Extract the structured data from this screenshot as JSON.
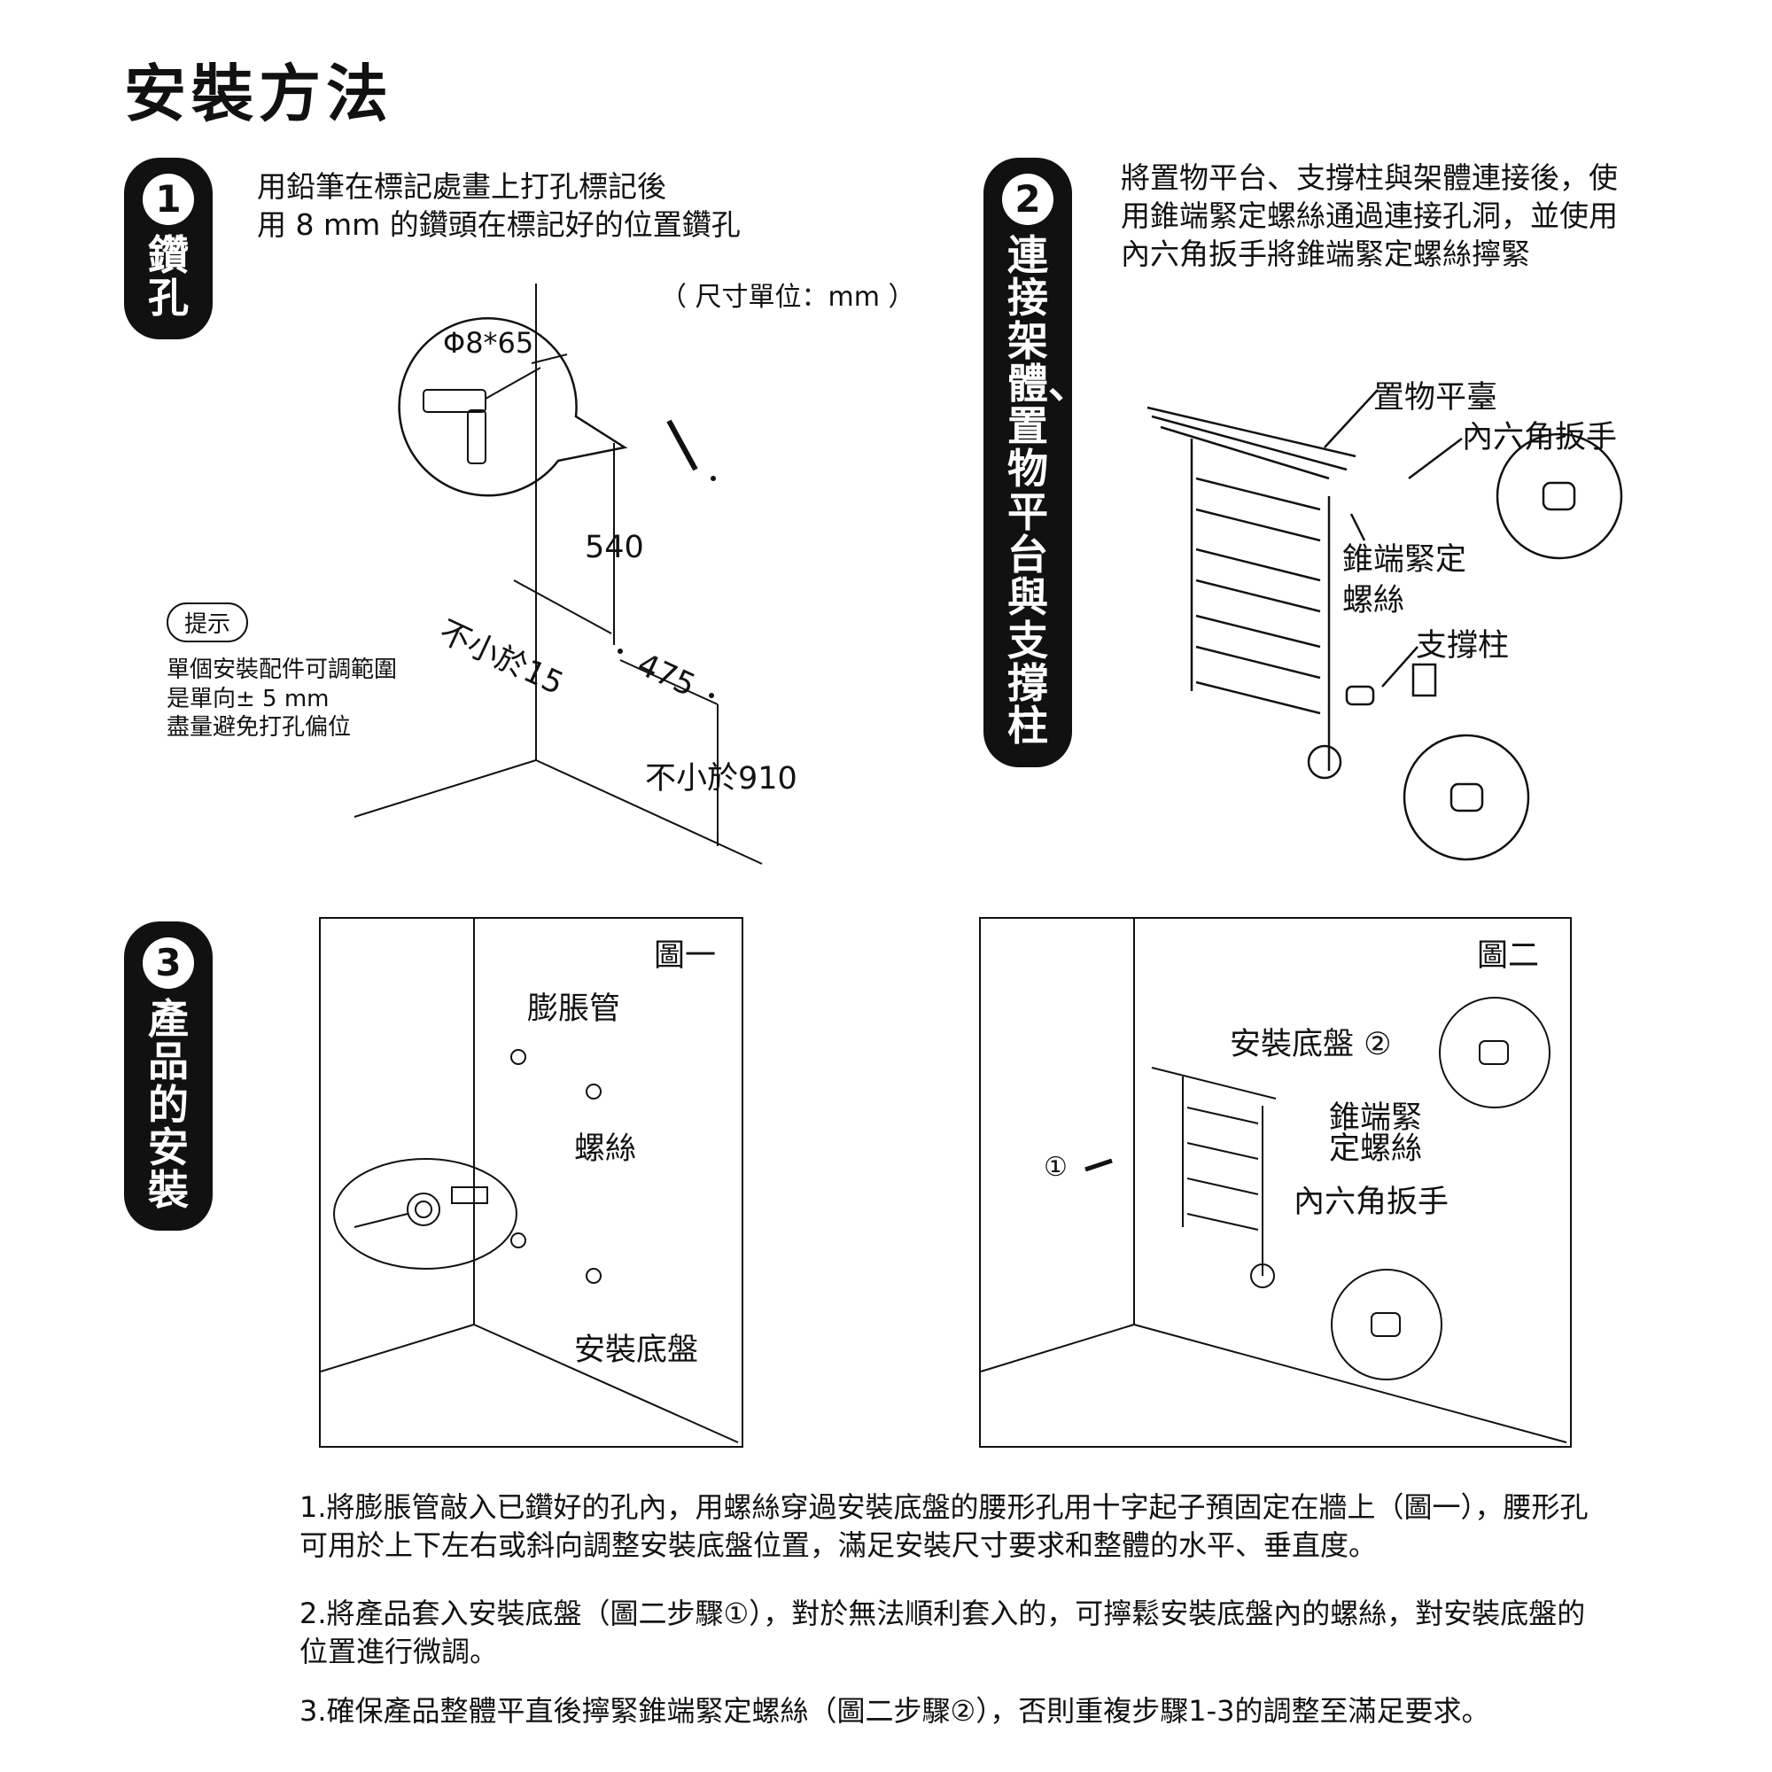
{
  "title": "安裝方法",
  "steps": [
    {
      "num": "1",
      "label": "鑽孔",
      "text": "用鉛筆在標記處畫上打孔標記後\n用 8 mm 的鑽頭在標記好的位置鑽孔"
    },
    {
      "num": "2",
      "label": "連接架體、置物平台與支撐柱",
      "text": "將置物平台、支撐柱與架體連接後，使\n用錐端緊定螺絲通過連接孔洞，並使用\n內六角扳手將錐端緊定螺絲擰緊"
    },
    {
      "num": "3",
      "label": "產品的安裝"
    }
  ],
  "step1_diagram": {
    "unit_note": "（ 尺寸單位：mm ）",
    "drill_size": "Φ8*65",
    "dim_540": "540",
    "dim_min15": "不小於15",
    "dim_475": "475",
    "dim_min910": "不小於910",
    "hint_badge": "提示",
    "hint_text": "單個安裝配件可調範圍\n是單向± 5 mm\n盡量避免打孔偏位"
  },
  "step2_diagram": {
    "shelf_platform": "置物平臺",
    "hex_wrench": "內六角扳手",
    "taper_screw": "錐端緊定\n螺絲",
    "support_column": "支撐柱"
  },
  "figure1": {
    "caption": "圖一",
    "expansion_tube": "膨脹管",
    "screw": "螺絲",
    "mount_base": "安裝底盤"
  },
  "figure2": {
    "caption": "圖二",
    "mount_base2": "安裝底盤 ②",
    "taper_screw": "錐端緊\n定螺絲",
    "hex_wrench": "內六角扳手",
    "step1_marker": "①"
  },
  "instructions": [
    "1.將膨脹管敲入已鑽好的孔內，用螺絲穿過安裝底盤的腰形孔用十字起子預固定在牆上（圖一），腰形孔\n可用於上下左右或斜向調整安裝底盤位置，滿足安裝尺寸要求和整體的水平、垂直度。",
    "2.將產品套入安裝底盤（圖二步驟①），對於無法順利套入的，可擰鬆安裝底盤內的螺絲，對安裝底盤的\n位置進行微調。",
    "3.確保產品整體平直後擰緊錐端緊定螺絲（圖二步驟②），否則重複步驟1-3的調整至滿足要求。"
  ]
}
